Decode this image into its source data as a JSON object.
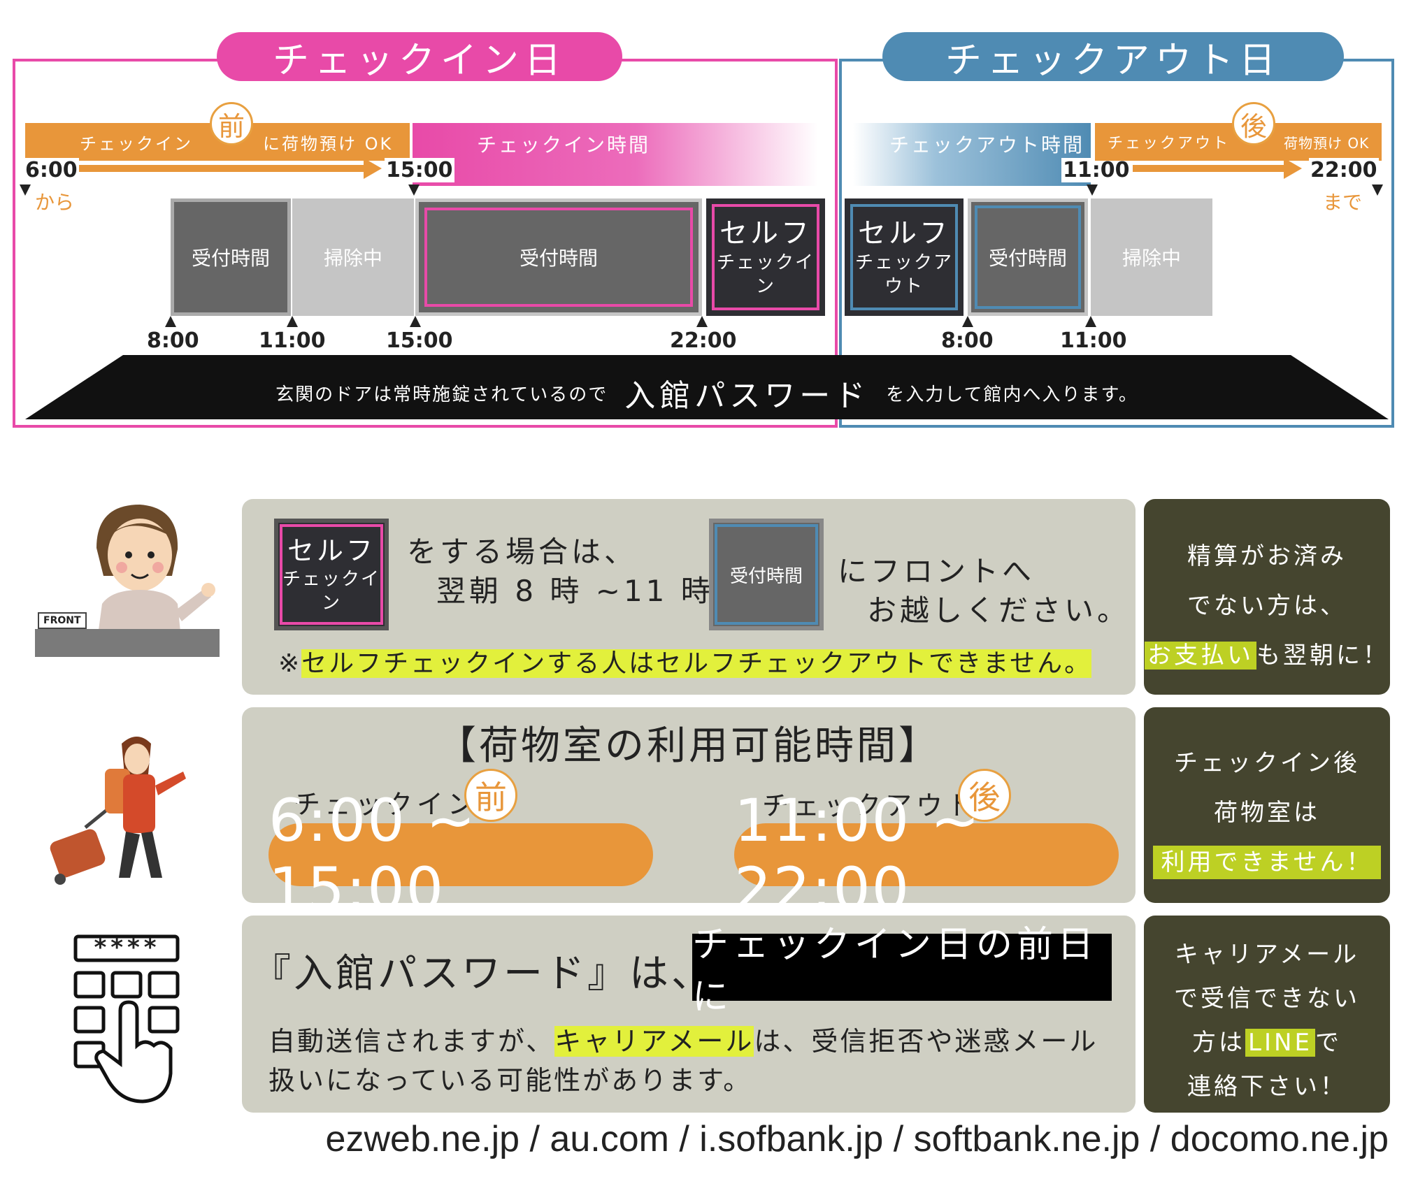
{
  "checkin_day": {
    "title": "チェックイン日",
    "pre_band": {
      "left": "チェックイン",
      "badge": "前",
      "right": "に荷物預け OK"
    },
    "time_band": "チェックイン時間",
    "start": "6:00",
    "start_sub": "から",
    "arrow_end": "15:00",
    "blocks": {
      "reception1": "受付時間",
      "cleaning": "掃除中",
      "reception2": "受付時間",
      "self_main": "セルフ",
      "self_sub": "チェックイン"
    },
    "ticks": [
      "8:00",
      "11:00",
      "15:00",
      "22:00"
    ]
  },
  "checkout_day": {
    "title": "チェックアウト日",
    "time_band": "チェックアウト時間",
    "time_band_end": "11:00",
    "post_band": {
      "left": "チェックアウト",
      "badge": "後",
      "right": "荷物預け OK"
    },
    "end": "22:00",
    "end_sub": "まで",
    "blocks": {
      "self_main": "セルフ",
      "self_sub": "チェックアウト",
      "reception": "受付時間",
      "cleaning": "掃除中"
    },
    "ticks": [
      "8:00",
      "11:00"
    ]
  },
  "door_banner": {
    "pre": "玄関のドアは常時施錠されているので",
    "highlight": "入館パスワード",
    "post": "を入力して館内へ入ります。"
  },
  "self_section": {
    "icon_label_main": "セルフ",
    "icon_label_sub": "チェックイン",
    "text1_line1": "をする場合は、",
    "text1_line2": "翌朝 8 時 ~11 時の",
    "reception_label": "受付時間",
    "text2_line1": "にフロントへ",
    "text2_line2": "お越しください。",
    "note_mark": "※",
    "note": "セルフチェックインする人はセルフチェックアウトできません。",
    "front_label": "FRONT",
    "side_line1": "精算がお済み",
    "side_line2": "でない方は、",
    "side_hl": "お支払い",
    "side_line3": "も翌朝に！"
  },
  "luggage_section": {
    "title": "【荷物室の利用可能時間】",
    "left_label": "チェックイン",
    "left_badge": "前",
    "left_time": "6:00 ~ 15:00",
    "right_label": "チェックアウト",
    "right_badge": "後",
    "right_time": "11:00 ~ 22:00",
    "side_line1": "チェックイン後",
    "side_line2": "荷物室は",
    "side_hl": "利用できません！"
  },
  "password_section": {
    "keypad_display": "****",
    "title_pre": "『入館パスワード』は、",
    "title_box": "チェックイン日の前日に",
    "body_pre": "自動送信されますが、",
    "body_hl": "キャリアメール",
    "body_post": "は、受信拒否や迷惑メール",
    "body_line2": "扱いになっている可能性があります。",
    "side_line1": "キャリアメール",
    "side_line2": "で受信できない",
    "side_pre": "方は",
    "side_hl": "LINE",
    "side_post": "で",
    "side_line4": "連絡下さい！"
  },
  "domains": "ezweb.ne.jp / au.com / i.sofbank.jp / softbank.ne.jp / docomo.ne.jp",
  "colors": {
    "pink": "#e84aa8",
    "blue": "#4f8bb3",
    "orange": "#e8963a",
    "dark": "#2e2e33",
    "gray": "#666666",
    "light_gray": "#c5c5c5",
    "olive": "#45452f",
    "panel": "#cfcfc3",
    "highlight": "#e2f03c"
  }
}
